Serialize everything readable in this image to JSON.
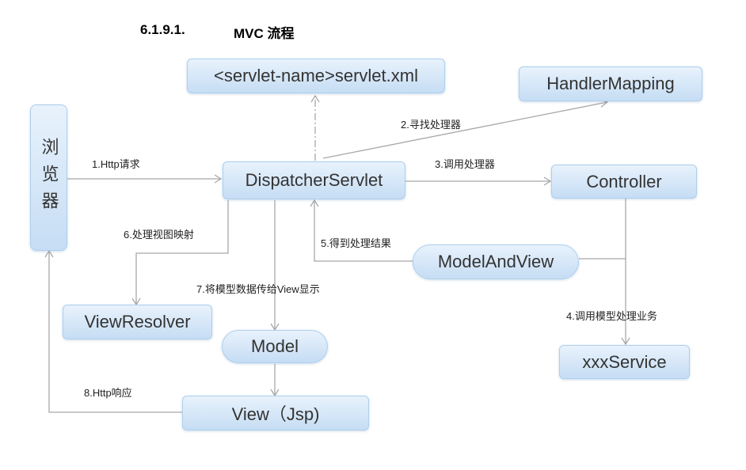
{
  "heading": {
    "number": "6.1.9.1.",
    "title": "MVC 流程"
  },
  "nodes": {
    "servlet_config": "<servlet-name>servlet.xml",
    "handler_mapping": "HandlerMapping",
    "browser": "浏览器",
    "dispatcher_servlet": "DispatcherServlet",
    "controller": "Controller",
    "model_and_view": "ModelAndView",
    "view_resolver": "ViewResolver",
    "model": "Model",
    "service": "xxxService",
    "view": "View（Jsp)"
  },
  "steps": [
    {
      "label": "1.Http请求"
    },
    {
      "label": "2.寻找处理器"
    },
    {
      "label": "3.调用处理器"
    },
    {
      "label": "4.调用模型处理业务"
    },
    {
      "label": "5.得到处理结果"
    },
    {
      "label": "6.处理视图映射"
    },
    {
      "label": "7.将模型数据传给View显示"
    },
    {
      "label": "8.Http响应"
    }
  ],
  "colors": {
    "node_fill_top": "#e8f2fc",
    "node_fill_bottom": "#c6ddf4",
    "node_border": "#aecfee",
    "connector": "#a8a8a8",
    "node_text": "#333333"
  }
}
